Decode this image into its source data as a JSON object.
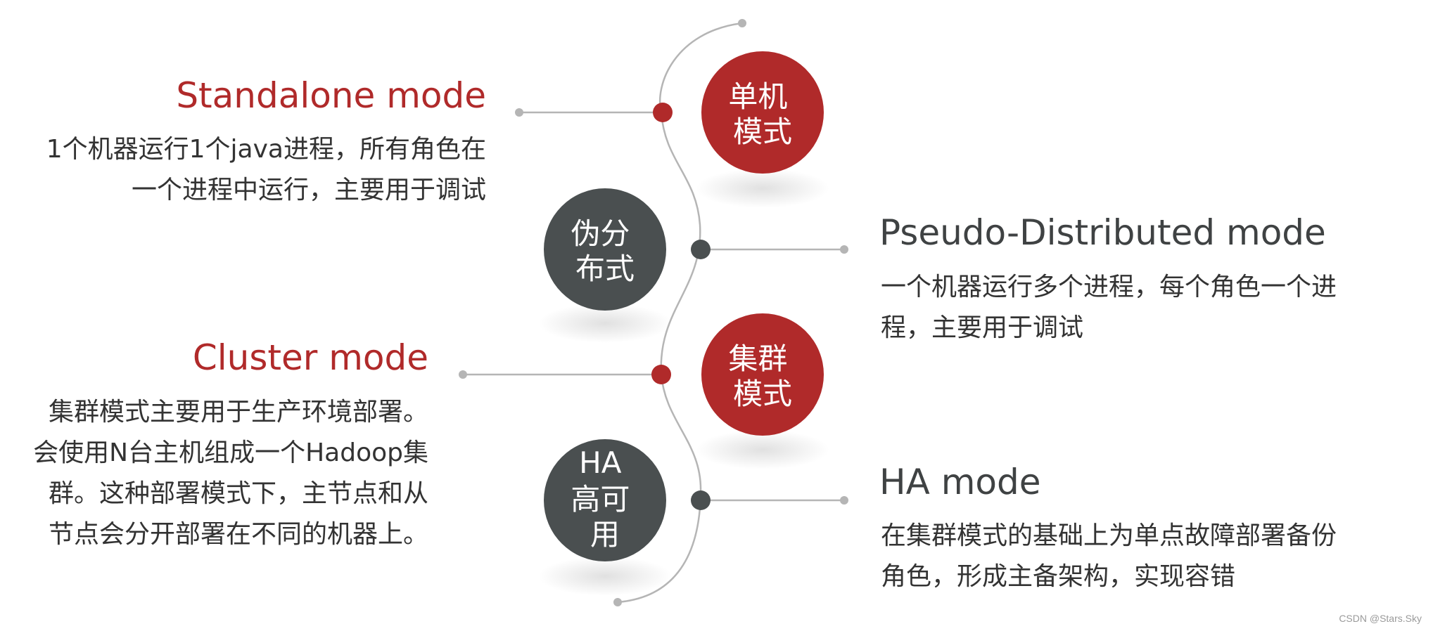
{
  "colors": {
    "accent_red": "#b02a2a",
    "dark_gray": "#4a4f50",
    "line_gray": "#b5b5b5",
    "text": "#333333"
  },
  "modes": [
    {
      "key": "standalone",
      "circle_lines": [
        "单机",
        "模式"
      ],
      "circle_color": "red",
      "title": "Standalone mode",
      "desc_lines": [
        "1个机器运行1个java进程，所有角色在",
        "一个进程中运行，主要用于调试"
      ]
    },
    {
      "key": "pseudo",
      "circle_lines": [
        "伪分",
        "布式"
      ],
      "circle_color": "gray",
      "title": "Pseudo-Distributed mode",
      "desc_lines": [
        "一个机器运行多个进程，每个角色一个进",
        "程，主要用于调试"
      ]
    },
    {
      "key": "cluster",
      "circle_lines": [
        "集群",
        "模式"
      ],
      "circle_color": "red",
      "title": "Cluster mode",
      "desc_lines": [
        "集群模式主要用于生产环境部署。",
        "会使用N台主机组成一个Hadoop集",
        "群。这种部署模式下，主节点和从",
        "节点会分开部署在不同的机器上。"
      ]
    },
    {
      "key": "ha",
      "circle_lines": [
        "HA",
        "高可",
        "用"
      ],
      "circle_color": "gray",
      "title": "HA mode",
      "desc_lines": [
        "在集群模式的基础上为单点故障部署备份",
        "角色，形成主备架构，实现容错"
      ]
    }
  ],
  "watermark": "CSDN @Stars.Sky"
}
